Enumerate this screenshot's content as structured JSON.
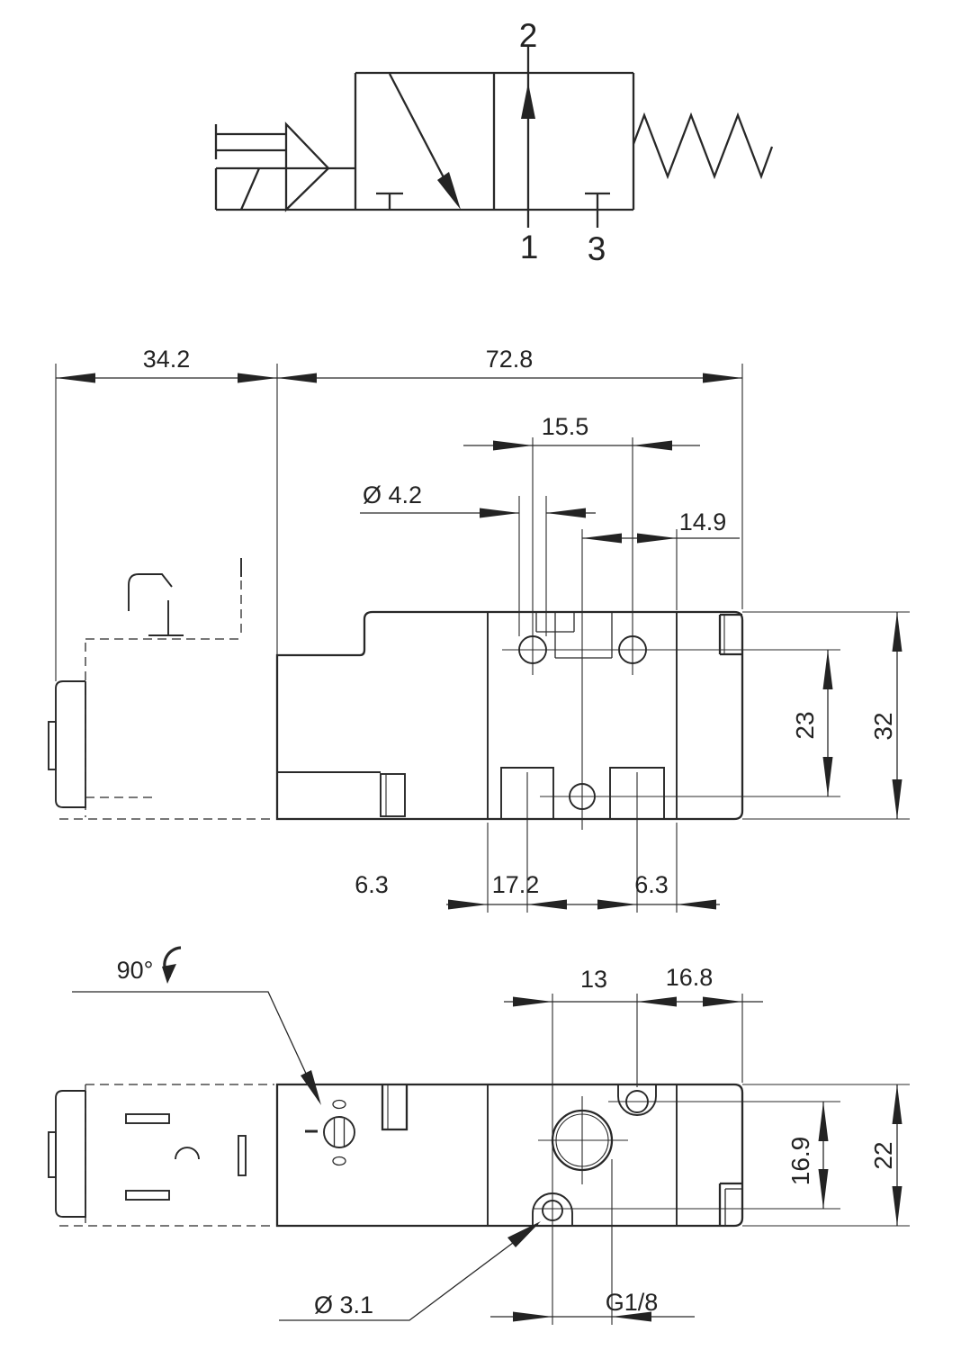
{
  "schematic": {
    "port_top": "2",
    "port_bottom_left": "1",
    "port_bottom_right": "3"
  },
  "side_view": {
    "dim_connector_width": "34.2",
    "dim_body_length": "72.8",
    "dim_hole_spacing": "15.5",
    "dim_hole_diameter": "Ø 4.2",
    "dim_port_offset": "14.9",
    "dim_port_height": "23",
    "dim_body_height": "32",
    "dim_bottom_left": "6.3",
    "dim_bottom_center": "17.2",
    "dim_bottom_right": "6.3"
  },
  "bottom_view": {
    "rotation_label": "90°",
    "dim_hole_offset": "13",
    "dim_edge_offset": "16.8",
    "dim_port_height": "16.9",
    "dim_body_width": "22",
    "dim_small_hole": "Ø 3.1",
    "dim_thread": "G1/8"
  }
}
